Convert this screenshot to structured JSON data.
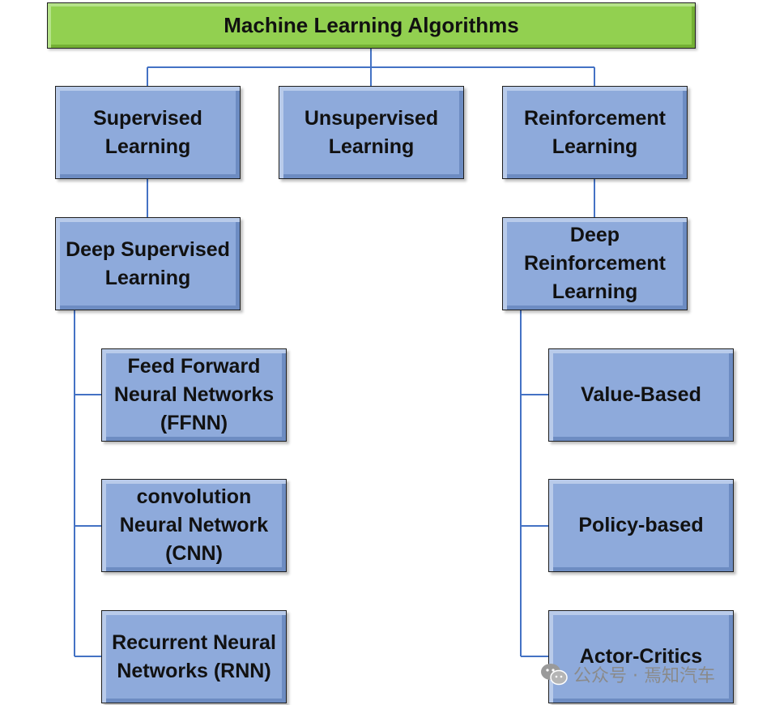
{
  "root": {
    "label": "Machine Learning Algorithms"
  },
  "categories": {
    "supervised": "Supervised\nLearning",
    "unsupervised": "Unsupervised\nLearning",
    "reinforcement": "Reinforcement\nLearning"
  },
  "deep_supervised": {
    "label": "Deep Supervised\nLearning",
    "children": [
      "Feed Forward\nNeural Networks\n(FFNN)",
      "convolution\nNeural Network\n(CNN)",
      "Recurrent Neural\nNetworks (RNN)"
    ]
  },
  "deep_reinforcement": {
    "label": "Deep\nReinforcement\nLearning",
    "children": [
      "Value-Based",
      "Policy-based",
      "Actor-Critics"
    ]
  },
  "watermark": {
    "text": "公众号 · 焉知汽车",
    "icon": "wechat-icon"
  },
  "colors": {
    "root_fill": "#92d050",
    "box_fill": "#8eaadb",
    "connector": "#4472c4"
  }
}
